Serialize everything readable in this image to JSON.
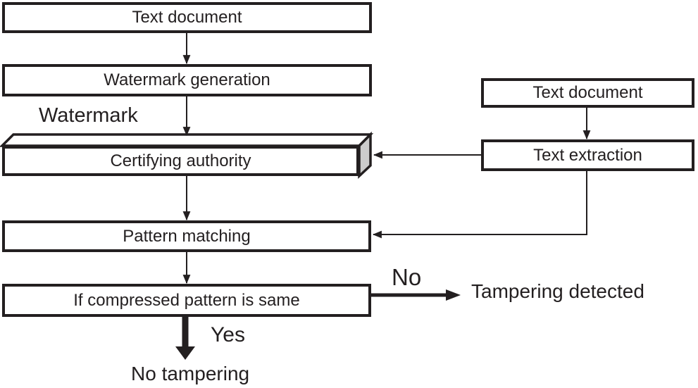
{
  "figure": {
    "type": "flowchart",
    "background_color": "#ffffff",
    "ink_color": "#231f20",
    "side_face_color": "#cccccc"
  },
  "nodes": {
    "text_document_left": "Text document",
    "watermark_generation": "Watermark generation",
    "certifying_authority": "Certifying authority",
    "pattern_matching": "Pattern matching",
    "if_compressed": "If compressed pattern is same",
    "text_document_right": "Text document",
    "text_extraction": "Text extraction"
  },
  "labels": {
    "watermark": "Watermark",
    "yes": "Yes",
    "no": "No",
    "no_tampering": "No tampering",
    "tampering_detected": "Tampering detected"
  }
}
